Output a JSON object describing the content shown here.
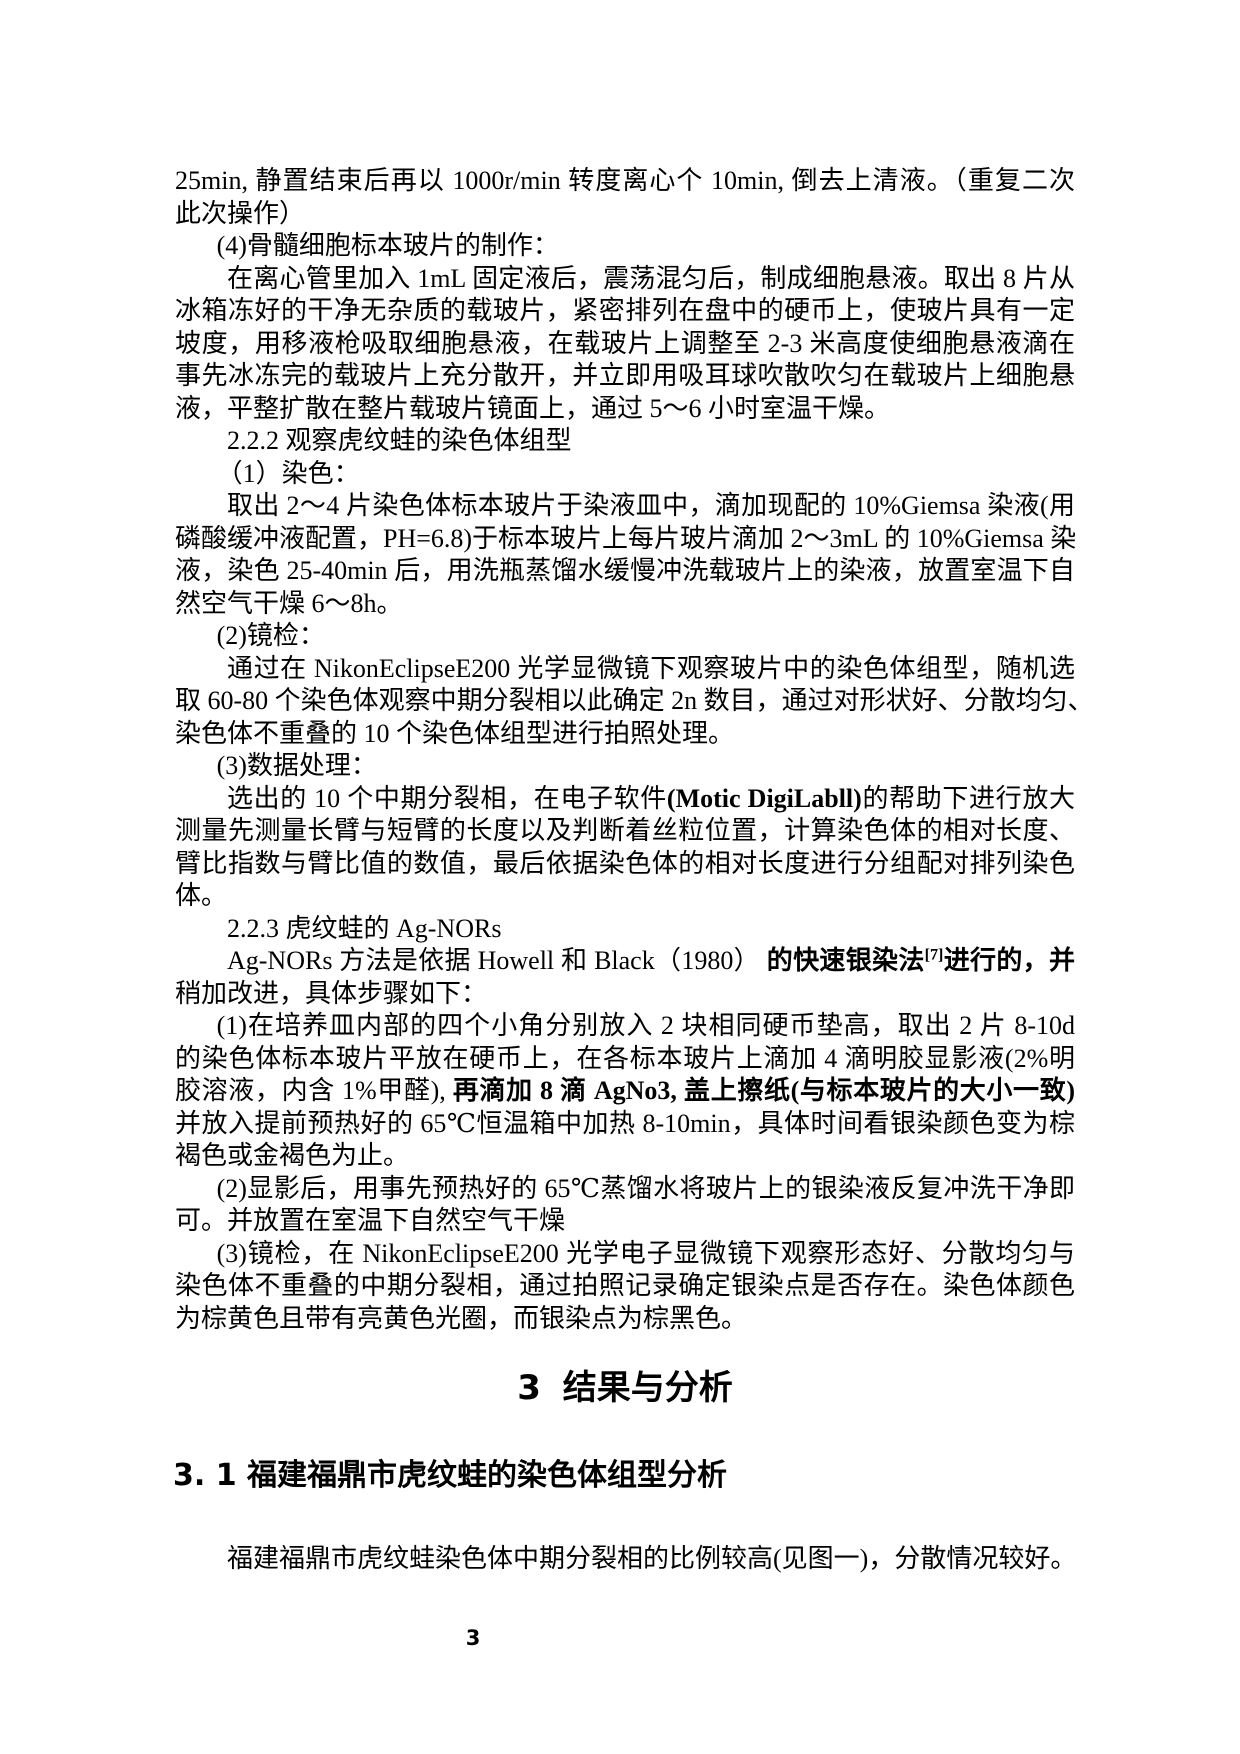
{
  "page": {
    "background_color": "#ffffff",
    "text_color": "#000000",
    "footer": {
      "page_number": "3"
    }
  },
  "document": {
    "headings": {
      "results": "3 结果与分析",
      "karyotype_analysis": "3. 1 福建福鼎市虎纹蛙的染色体组型分析"
    },
    "paragraphs": {
      "results_intro": "福建福鼎市虎纹蛙染色体中期分裂相的比例较高(见图一)，分散情况较好。"
    },
    "body_lines": [
      {
        "indent": 0,
        "last": "justify",
        "t": "25min, 静置结束后再以 1000r/min 转度离心个 10min, 倒去上清液。（重复二次"
      },
      {
        "indent": 0,
        "last": "left",
        "t": "此次操作）"
      },
      {
        "indent": 1.6,
        "last": "left",
        "t": "(4)骨髓细胞标本玻片的制作："
      },
      {
        "indent": 2,
        "last": "justify",
        "t": "在离心管里加入 1mL 固定液后，震荡混匀后，制成细胞悬液。取出 8 片从"
      },
      {
        "indent": 0,
        "last": "justify",
        "t": "冰箱冻好的干净无杂质的载玻片，紧密排列在盘中的硬币上，使玻片具有一定"
      },
      {
        "indent": 0,
        "last": "justify",
        "t": "坡度，用移液枪吸取细胞悬液，在载玻片上调整至 2-3 米高度使细胞悬液滴在"
      },
      {
        "indent": 0,
        "last": "justify",
        "t": "事先冰冻完的载玻片上充分散开，并立即用吸耳球吹散吹匀在载玻片上细胞悬"
      },
      {
        "indent": 0,
        "last": "left",
        "t": "液，平整扩散在整片载玻片镜面上，通过 5～6 小时室温干燥。"
      },
      {
        "indent": 2,
        "last": "left",
        "t": "2.2.2 观察虎纹蛙的染色体组型"
      },
      {
        "indent": 1.6,
        "last": "left",
        "t": "（1）染色："
      },
      {
        "indent": 2,
        "last": "justify",
        "t": "取出 2～4 片染色体标本玻片于染液皿中，滴加现配的 10%Giemsa 染液(用"
      },
      {
        "indent": 0,
        "last": "justify",
        "t": "磷酸缓冲液配置，PH=6.8)于标本玻片上每片玻片滴加 2～3mL 的 10%Giemsa 染"
      },
      {
        "indent": 0,
        "last": "justify",
        "t": "液，染色 25-40min 后，用洗瓶蒸馏水缓慢冲洗载玻片上的染液，放置室温下自"
      },
      {
        "indent": 0,
        "last": "left",
        "t": "然空气干燥 6～8h。"
      },
      {
        "indent": 1.6,
        "last": "left",
        "t": "(2)镜检："
      },
      {
        "indent": 2,
        "last": "justify",
        "t": "通过在 NikonEclipseE200 光学显微镜下观察玻片中的染色体组型，随机选"
      },
      {
        "indent": 0,
        "last": "justify",
        "t": "取 60-80 个染色体观察中期分裂相以此确定 2n 数目，通过对形状好、分散均匀、"
      },
      {
        "indent": 0,
        "last": "left",
        "t": "染色体不重叠的 10 个染色体组型进行拍照处理。"
      },
      {
        "indent": 1.6,
        "last": "left",
        "t": "(3)数据处理："
      },
      {
        "indent": 2,
        "last": "justify",
        "segs": [
          {
            "t": "选出的 10 个中期分裂相，在电子软件"
          },
          {
            "t": "(Motic DigiLabll)",
            "b": true
          },
          {
            "t": "的帮助下进行放大"
          }
        ]
      },
      {
        "indent": 0,
        "last": "justify",
        "t": "测量先测量长臂与短臂的长度以及判断着丝粒位置，计算染色体的相对长度、"
      },
      {
        "indent": 0,
        "last": "justify",
        "t": "臂比指数与臂比值的数值，最后依据染色体的相对长度进行分组配对排列染色"
      },
      {
        "indent": 0,
        "last": "left",
        "t": "体。"
      },
      {
        "indent": 2,
        "last": "left",
        "t": "2.2.3 虎纹蛙的 Ag-NORs"
      },
      {
        "indent": 2,
        "last": "justify",
        "segs": [
          {
            "t": "Ag-NORs 方法是依据 Howell 和 Black（1980） "
          },
          {
            "t": "的快速银染法",
            "b": true
          },
          {
            "t": "[7]",
            "b": true,
            "sup": true
          },
          {
            "t": "进行的，并",
            "b": true
          }
        ]
      },
      {
        "indent": 0,
        "last": "left",
        "t": "稍加改进，具体步骤如下："
      },
      {
        "indent": 1.6,
        "last": "justify",
        "t": "(1)在培养皿内部的四个小角分别放入 2 块相同硬币垫高，取出 2 片 8-10d"
      },
      {
        "indent": 0,
        "last": "justify",
        "t": "的染色体标本玻片平放在硬币上，在各标本玻片上滴加 4 滴明胶显影液(2%明"
      },
      {
        "indent": 0,
        "last": "justify",
        "segs": [
          {
            "t": "胶溶液，内含 1%甲醛), "
          },
          {
            "t": "再滴加 8 滴 AgNo3, 盖上擦纸(与标本玻片的大小一致)",
            "b": true
          }
        ]
      },
      {
        "indent": 0,
        "last": "justify",
        "t": "并放入提前预热好的 65℃恒温箱中加热 8-10min，具体时间看银染颜色变为棕"
      },
      {
        "indent": 0,
        "last": "left",
        "t": "褐色或金褐色为止。"
      },
      {
        "indent": 1.6,
        "last": "justify",
        "t": "(2)显影后，用事先预热好的 65℃蒸馏水将玻片上的银染液反复冲洗干净即"
      },
      {
        "indent": 0,
        "last": "left",
        "t": "可。并放置在室温下自然空气干燥"
      },
      {
        "indent": 1.6,
        "last": "justify",
        "t": "(3)镜检，在 NikonEclipseE200 光学电子显微镜下观察形态好、分散均匀与"
      },
      {
        "indent": 0,
        "last": "justify",
        "t": "染色体不重叠的中期分裂相，通过拍照记录确定银染点是否存在。染色体颜色"
      },
      {
        "indent": 0,
        "last": "left",
        "t": "为棕黄色且带有亮黄色光圈，而银染点为棕黑色。"
      }
    ]
  }
}
